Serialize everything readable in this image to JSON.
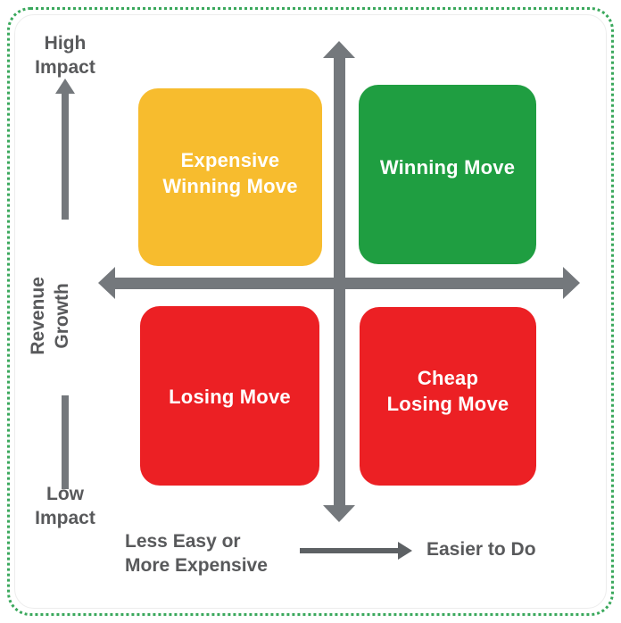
{
  "diagram": {
    "type": "2x2-matrix",
    "frame": {
      "border_color": "#3aa85c",
      "border_style": "dotted",
      "card_background": "#ffffff"
    },
    "axes": {
      "vertical": {
        "label": "Revenue Growth",
        "top_label": "High\nImpact",
        "bottom_label": "Low\nImpact",
        "color": "#74787c"
      },
      "horizontal": {
        "left_label": "Less Easy or\nMore Expensive",
        "right_label": "Easier to Do",
        "color": "#74787c"
      }
    },
    "quadrants": [
      {
        "id": "expensive-winning",
        "label": "Expensive\nWinning Move",
        "color": "#f7bc2e",
        "text_color": "#ffffff",
        "position": "top-left"
      },
      {
        "id": "winning",
        "label": "Winning Move",
        "color": "#1f9e41",
        "text_color": "#ffffff",
        "position": "top-right"
      },
      {
        "id": "losing",
        "label": "Losing Move",
        "color": "#ec2024",
        "text_color": "#ffffff",
        "position": "bottom-left"
      },
      {
        "id": "cheap-losing",
        "label": "Cheap\nLosing Move",
        "color": "#ec2024",
        "text_color": "#ffffff",
        "position": "bottom-right"
      }
    ]
  }
}
